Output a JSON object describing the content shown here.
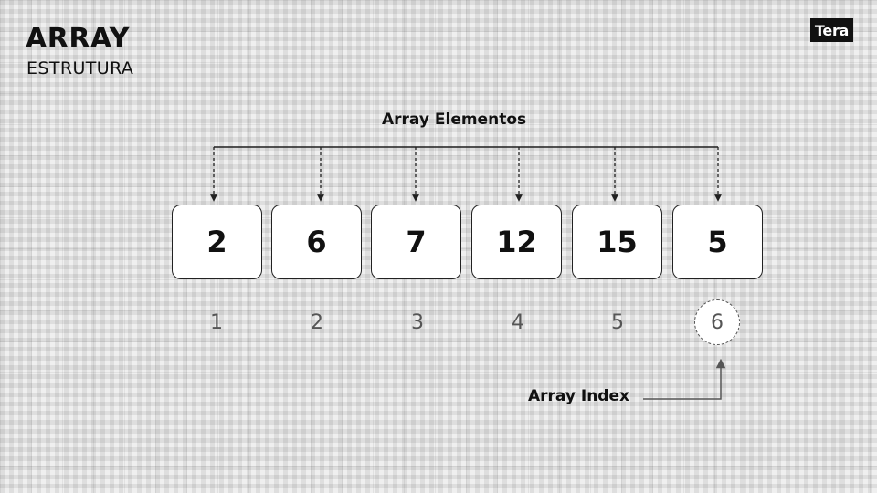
{
  "header": {
    "title": "ARRAY",
    "subtitle": "ESTRUTURA",
    "logo": "Tera"
  },
  "diagram": {
    "elements_label": "Array Elementos",
    "index_label": "Array Index",
    "elements": [
      "2",
      "6",
      "7",
      "12",
      "15",
      "5"
    ],
    "indices": [
      "1",
      "2",
      "3",
      "4",
      "5",
      "6"
    ],
    "highlighted_index": "6"
  }
}
